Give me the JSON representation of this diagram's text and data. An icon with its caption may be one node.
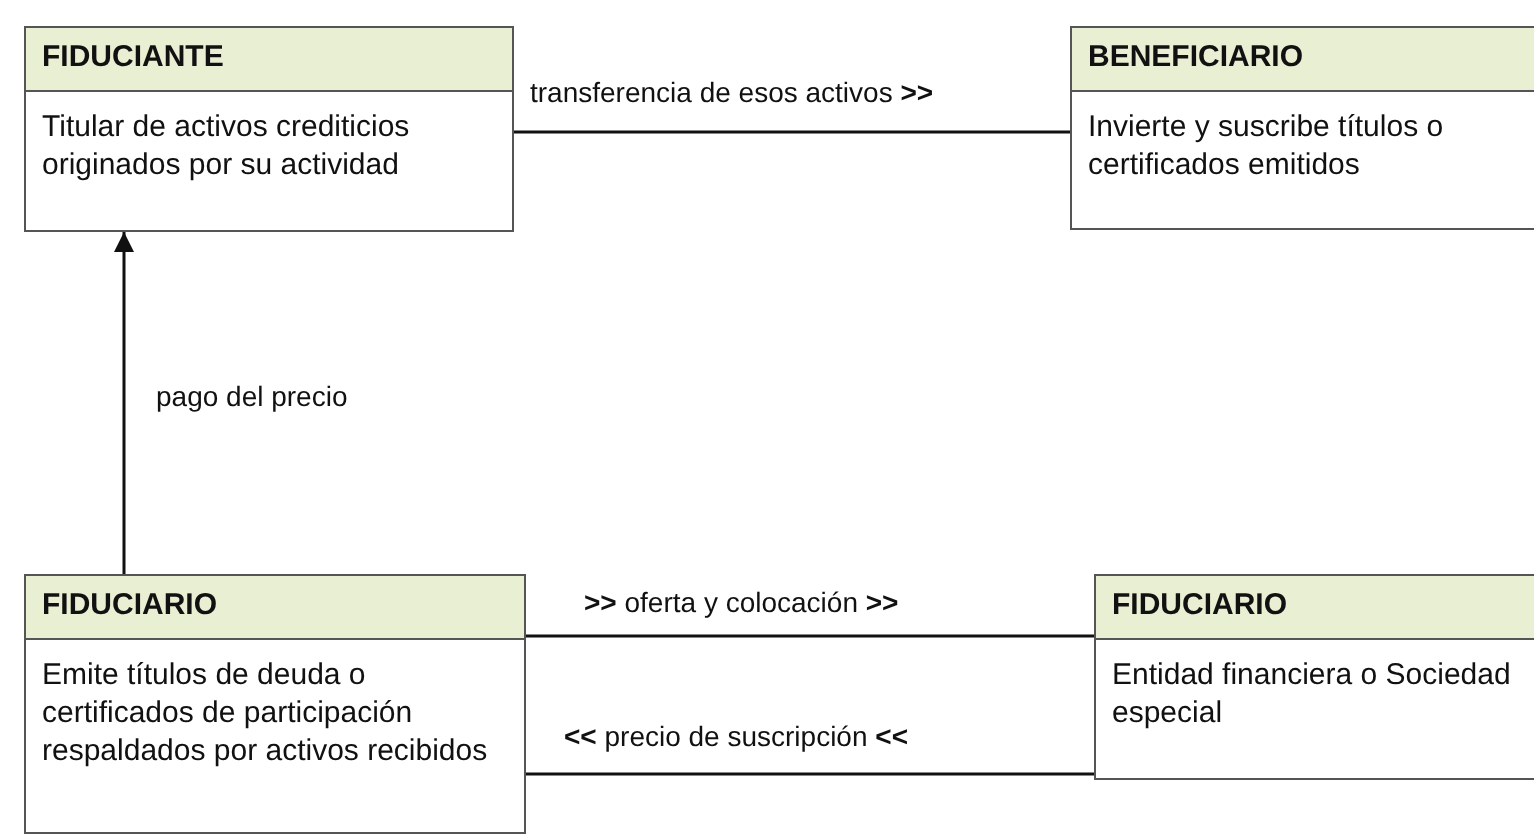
{
  "diagram": {
    "nodes": [
      {
        "text": [
          "FIDUCIANTE",
          "Titular de activos crediticios originados por su actividad"
        ]
      },
      {
        "text": [
          "BENEFICIARIO",
          "Invierte y suscribe títulos o certificados emitidos"
        ]
      },
      {
        "text": [
          "FIDUCIARIO",
          "Emite títulos de deuda o certificados de participación respaldados por activos recibidos"
        ]
      },
      {
        "text": [
          "FIDUCIARIO",
          "Entidad financiera o Sociedad especial"
        ]
      }
    ],
    "edges": [
      {
        "from": 0,
        "to": 1,
        "arrow": "none",
        "label": "transferencia de esos activos **>>**"
      },
      {
        "from": 2,
        "to": 0,
        "arrow": "to",
        "label": "pago del precio"
      },
      {
        "from": 2,
        "to": 3,
        "arrow": "none",
        "label": "**>>** oferta y colocación **>>**"
      },
      {
        "from": 3,
        "to": 2,
        "arrow": "none",
        "label": "**<<** precio de suscripción **<<**"
      }
    ]
  }
}
